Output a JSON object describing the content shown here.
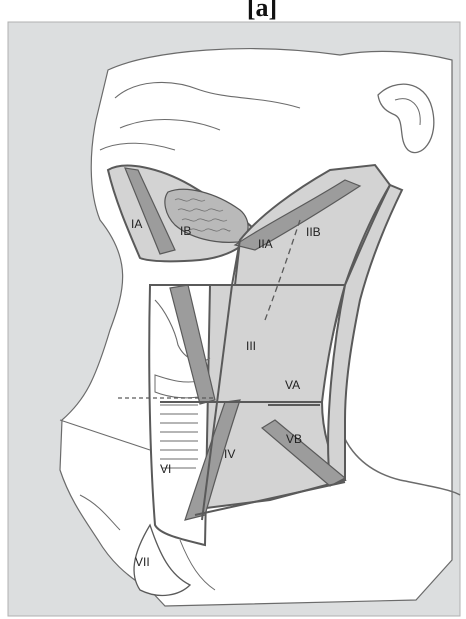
{
  "header_fragment": "[a]",
  "levels": {
    "IA": "IA",
    "IB": "IB",
    "IIA": "IIA",
    "IIB": "IIB",
    "III": "III",
    "IV": "IV",
    "VA": "VA",
    "VB": "VB",
    "VI": "VI",
    "VII": "VII"
  },
  "colors": {
    "panel_background": "#dcdedf",
    "outline": "#5a5a5a",
    "level_fill": "#d3d3d3",
    "muscle_band": "#9c9c9c",
    "gland_fill": "#b9b9b9"
  }
}
